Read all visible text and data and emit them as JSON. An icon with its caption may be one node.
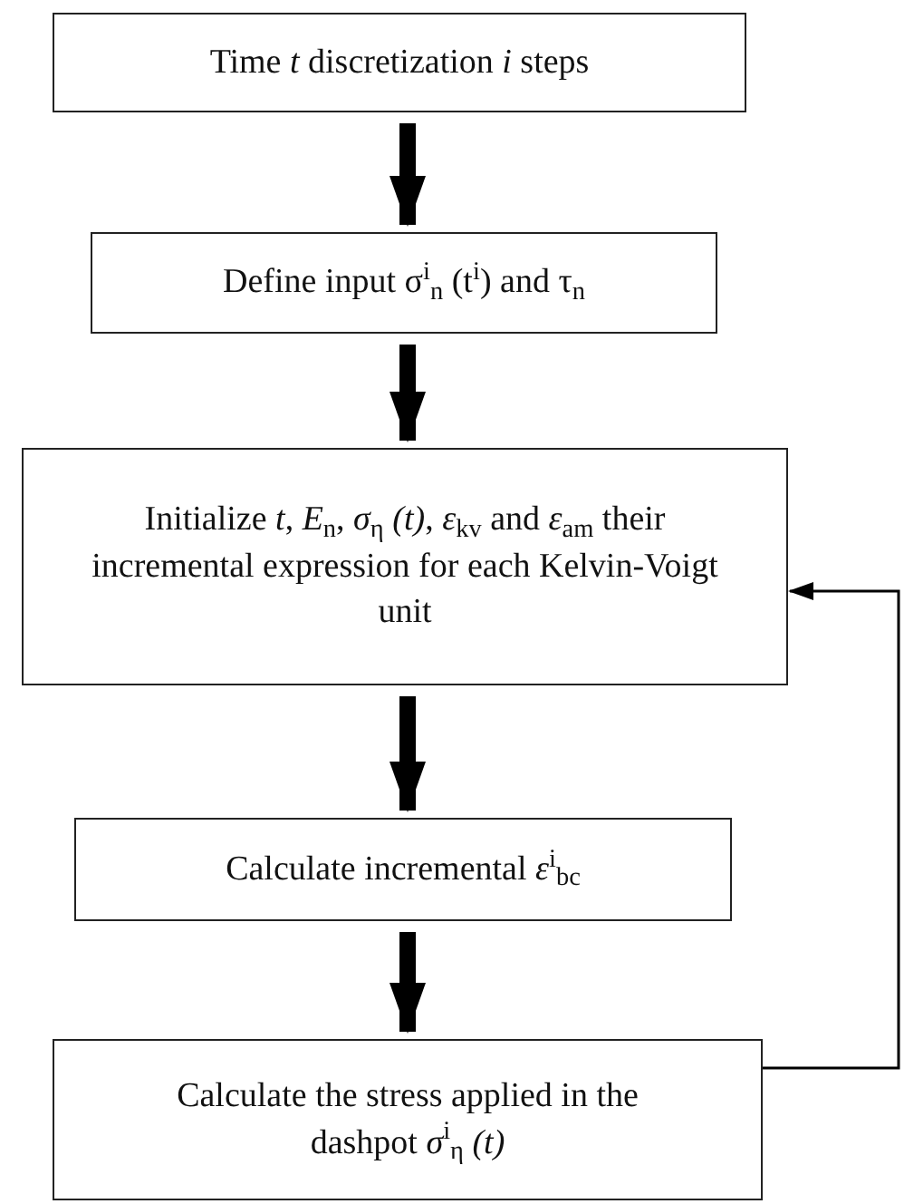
{
  "diagram": {
    "nodes": [
      {
        "text": [
          "Time *t* discretization *i* steps"
        ]
      },
      {
        "text": [
          "Define input σ$^{i}$$_{n}$ (t$^{i}$) and τ$_{n}$"
        ]
      },
      {
        "text": [
          "Initialize *t*, *E*$_{n}$, *σ*$_{η}$ *(t)*, *ε*$_{kv}$ and *ε*$_{am}$ their incremental expression for each Kelvin-Voigt unit"
        ]
      },
      {
        "text": [
          "Calculate incremental *ε*$^{i}$$_{bc}$"
        ]
      },
      {
        "text": [
          "Calculate the stress applied in the dashpot *σ*$^{i}$$_{η}$ *(t)*"
        ]
      }
    ],
    "edges": [
      {
        "from": 0,
        "to": 1,
        "arrow": "to"
      },
      {
        "from": 1,
        "to": 2,
        "arrow": "to"
      },
      {
        "from": 2,
        "to": 3,
        "arrow": "to"
      },
      {
        "from": 3,
        "to": 4,
        "arrow": "to"
      },
      {
        "from": 4,
        "to": 2,
        "arrow": "to"
      }
    ]
  }
}
